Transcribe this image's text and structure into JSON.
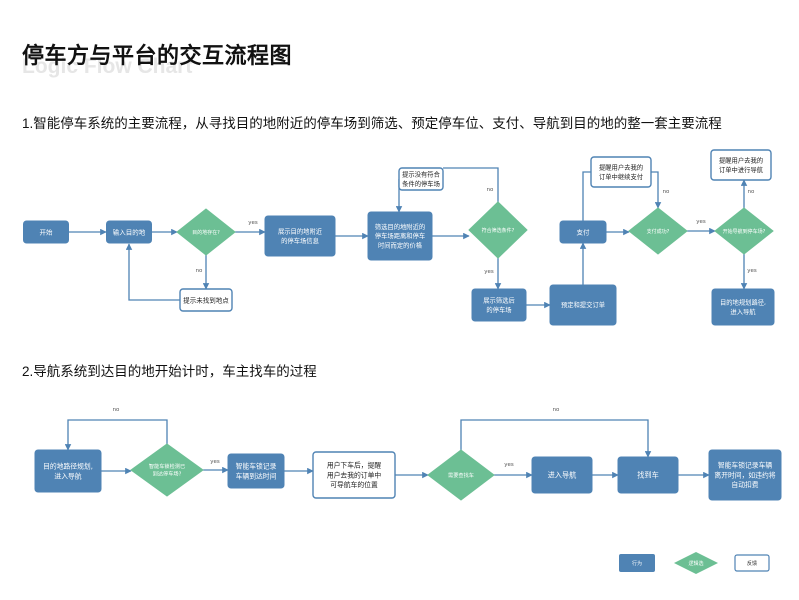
{
  "header": {
    "title": "停车方与平台的交互流程图",
    "subtitle": "Logic Flow Chart"
  },
  "sections": [
    {
      "heading": "1.智能停车系统的主要流程，从寻找目的地附近的停车场到筛选、预定停车位、支付、导航到目的地的整一套主要流程"
    },
    {
      "heading": "2.导航系统到达目的地开始计时，车主找车的过程"
    }
  ],
  "colors": {
    "action": "#4f83b4",
    "decision": "#6cbf94",
    "feedback_border": "#4f83b4",
    "feedback_fill": "#ffffff",
    "connector": "#4f83b4",
    "edge_label": "#555555"
  },
  "flow1": {
    "nodes": [
      {
        "id": "start",
        "type": "action",
        "lines": [
          "开始"
        ]
      },
      {
        "id": "input",
        "type": "action",
        "lines": [
          "输入目的地"
        ]
      },
      {
        "id": "d_exist",
        "type": "decision",
        "lines": [
          "目的地存在?"
        ]
      },
      {
        "id": "notfound",
        "type": "feedback",
        "lines": [
          "提示未找到地点"
        ]
      },
      {
        "id": "show_near",
        "type": "action",
        "lines": [
          "展示目的地附近",
          "的停车场信息"
        ]
      },
      {
        "id": "filter",
        "type": "action",
        "lines": [
          "筛选目的地附近的",
          "停车场距离和停车",
          "时间而定的价格"
        ]
      },
      {
        "id": "none_match",
        "type": "feedback",
        "lines": [
          "提示没有符合",
          "条件的停车场"
        ]
      },
      {
        "id": "d_match",
        "type": "decision",
        "lines": [
          "符合筛选条件?"
        ]
      },
      {
        "id": "show_filtered",
        "type": "action",
        "lines": [
          "展示筛选后",
          "的停车场"
        ]
      },
      {
        "id": "reserve",
        "type": "action",
        "lines": [
          "预定和提交订单"
        ]
      },
      {
        "id": "pay",
        "type": "action",
        "lines": [
          "支付"
        ]
      },
      {
        "id": "remind_pay",
        "type": "feedback",
        "lines": [
          "提醒用户去我的",
          "订单中继续支付"
        ]
      },
      {
        "id": "d_paid",
        "type": "decision",
        "lines": [
          "支付成功?"
        ]
      },
      {
        "id": "d_nav",
        "type": "decision",
        "lines": [
          "开始导航到停车场?"
        ]
      },
      {
        "id": "remind_nav",
        "type": "feedback",
        "lines": [
          "提醒用户去我的",
          "订单中进行导航"
        ]
      },
      {
        "id": "route",
        "type": "action",
        "lines": [
          "目的地规划路径,",
          "进入导航"
        ]
      }
    ],
    "edges": [
      {
        "from": "start",
        "to": "input",
        "label": ""
      },
      {
        "from": "input",
        "to": "d_exist",
        "label": ""
      },
      {
        "from": "d_exist",
        "to": "show_near",
        "label": "yes"
      },
      {
        "from": "d_exist",
        "to": "notfound",
        "label": "no"
      },
      {
        "from": "notfound",
        "to": "input",
        "label": ""
      },
      {
        "from": "show_near",
        "to": "filter",
        "label": ""
      },
      {
        "from": "filter",
        "to": "d_match",
        "label": ""
      },
      {
        "from": "d_match",
        "to": "none_match",
        "label": "no"
      },
      {
        "from": "none_match",
        "to": "filter",
        "label": ""
      },
      {
        "from": "d_match",
        "to": "show_filtered",
        "label": "yes"
      },
      {
        "from": "show_filtered",
        "to": "reserve",
        "label": ""
      },
      {
        "from": "reserve",
        "to": "pay",
        "label": ""
      },
      {
        "from": "pay",
        "to": "remind_pay",
        "label": ""
      },
      {
        "from": "remind_pay",
        "to": "d_paid",
        "label": "no"
      },
      {
        "from": "pay",
        "to": "d_paid",
        "label": ""
      },
      {
        "from": "d_paid",
        "to": "d_nav",
        "label": "yes"
      },
      {
        "from": "d_nav",
        "to": "remind_nav",
        "label": "no"
      },
      {
        "from": "d_nav",
        "to": "route",
        "label": "yes"
      }
    ]
  },
  "flow2": {
    "nodes": [
      {
        "id": "route2",
        "type": "action",
        "lines": [
          "目的地路径规划,",
          "进入导航"
        ]
      },
      {
        "id": "d_arrive",
        "type": "decision",
        "lines": [
          "智能车锁检测已",
          "到达停车场?"
        ]
      },
      {
        "id": "lock_arrive",
        "type": "action",
        "lines": [
          "智能车锁记录",
          "车辆到达时间"
        ]
      },
      {
        "id": "remind_find",
        "type": "feedback",
        "lines": [
          "用户下车后，提醒",
          "用户去我的订单中",
          "可导航车的位置"
        ]
      },
      {
        "id": "d_find",
        "type": "decision",
        "lines": [
          "需要查找车"
        ]
      },
      {
        "id": "nav2",
        "type": "action",
        "lines": [
          "进入导航"
        ]
      },
      {
        "id": "found",
        "type": "action",
        "lines": [
          "找到车"
        ]
      },
      {
        "id": "lock_leave",
        "type": "action",
        "lines": [
          "智能车锁记录车辆",
          "离开时间，如违约将",
          "自动扣费"
        ]
      }
    ],
    "edges": [
      {
        "from": "route2",
        "to": "d_arrive",
        "label": ""
      },
      {
        "from": "d_arrive",
        "to": "route2",
        "label": "no"
      },
      {
        "from": "d_arrive",
        "to": "lock_arrive",
        "label": "yes"
      },
      {
        "from": "lock_arrive",
        "to": "remind_find",
        "label": ""
      },
      {
        "from": "remind_find",
        "to": "d_find",
        "label": ""
      },
      {
        "from": "d_find",
        "to": "nav2",
        "label": "yes"
      },
      {
        "from": "d_find",
        "to": "found",
        "label": "no"
      },
      {
        "from": "nav2",
        "to": "found",
        "label": ""
      },
      {
        "from": "found",
        "to": "lock_leave",
        "label": ""
      }
    ]
  },
  "legend": [
    {
      "type": "action",
      "label": "行为"
    },
    {
      "type": "decision",
      "label": "逻辑选"
    },
    {
      "type": "feedback",
      "label": "反馈"
    }
  ]
}
